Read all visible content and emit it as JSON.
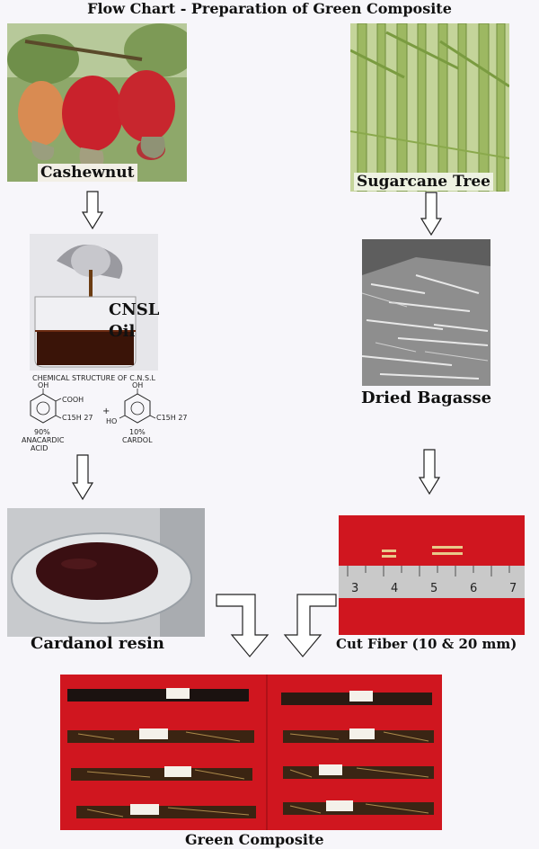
{
  "title": "Flow Chart - Preparation of Green Composite",
  "nodes": {
    "cashewnut": "Cashewnut",
    "sugarcane": "Sugarcane Tree",
    "cnsl_line1": "CNSL",
    "cnsl_line2": "Oil",
    "bagasse": "Dried Bagasse",
    "cardanol": "Cardanol resin",
    "cut_fiber": "Cut Fiber (10 & 20 mm)",
    "green_composite": "Green Composite"
  },
  "chemical": {
    "heading": "CHEMICAL STRUCTURE OF C.N.S.L",
    "left_oh": "OH",
    "left_cooh": "COOH",
    "left_chain": "C15H 27",
    "plus": "+",
    "right_oh": "OH",
    "right_ho": "HO",
    "right_chain": "C15H 27",
    "left_pct": "90%",
    "left_name1": "ANACARDIC",
    "left_name2": "ACID",
    "right_pct": "10%",
    "right_name": "CARDOL"
  },
  "ruler_numbers": [
    "3",
    "4",
    "5",
    "6",
    "7"
  ],
  "colors": {
    "background": "#f7f6fa",
    "red_backdrop": "#d0161f",
    "resin": "#3a0f12",
    "ruler": "#c9c9c9"
  }
}
